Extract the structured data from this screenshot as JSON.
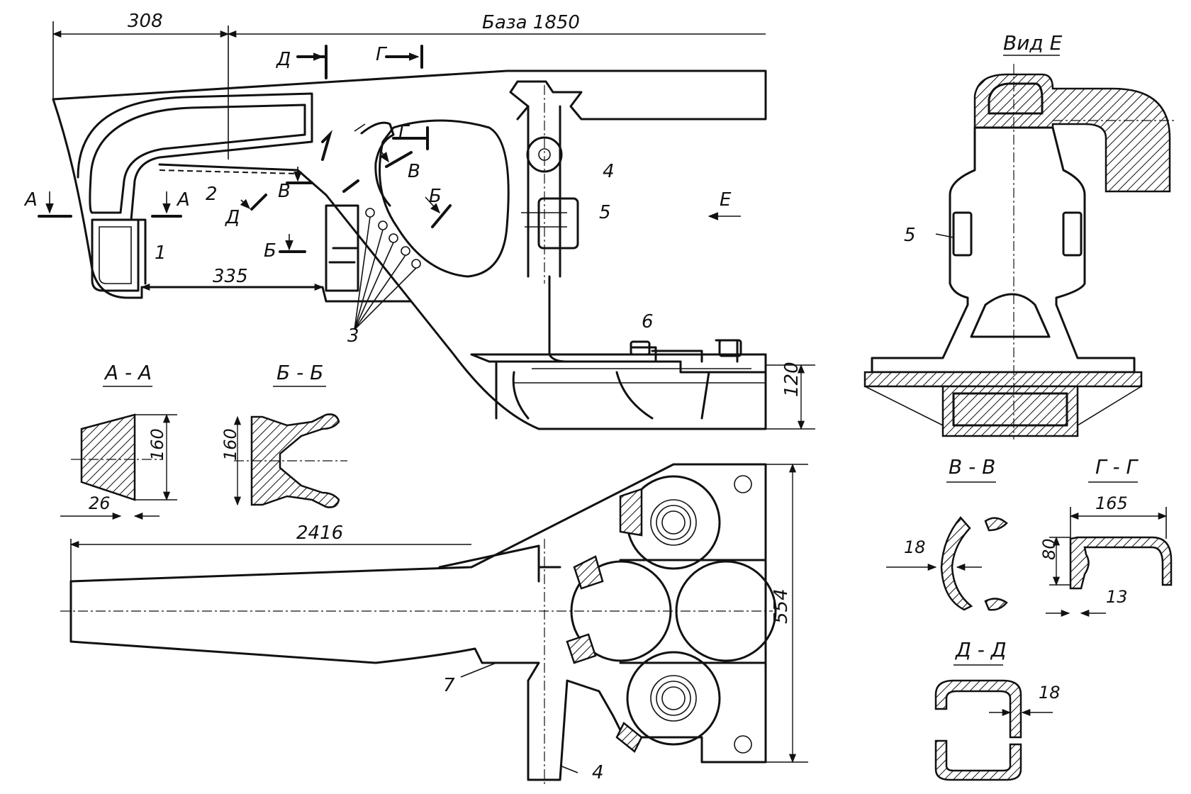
{
  "dimensions": {
    "d308": "308",
    "base": "База 1850",
    "d335": "335",
    "d120": "120",
    "d2416": "2416",
    "d554": "554",
    "aa_160": "160",
    "aa_26": "26",
    "bb_160": "160",
    "gg_165": "165",
    "gg_80": "80",
    "gg_13": "13",
    "vv_18": "18",
    "dd_18": "18"
  },
  "section_titles": {
    "aa": "А - А",
    "bb": "Б - Б",
    "vv": "В - В",
    "gg": "Г - Г",
    "dd": "Д - Д",
    "view_e": "Вид Е"
  },
  "cut_marks": {
    "a_left": "А",
    "a_right": "А",
    "b_lower": "Б",
    "b_body": "Б",
    "v_left": "В",
    "v_body": "В",
    "g_top": "Г",
    "g_body": "Г",
    "d_top": "Д",
    "d_lower": "Д",
    "view_arrow": "Е"
  },
  "callouts": {
    "c1": "1",
    "c2": "2",
    "c3": "3",
    "c4_top": "4",
    "c5_top": "5",
    "c6": "6",
    "c5_view": "5",
    "c7": "7",
    "c4_bottom": "4"
  }
}
